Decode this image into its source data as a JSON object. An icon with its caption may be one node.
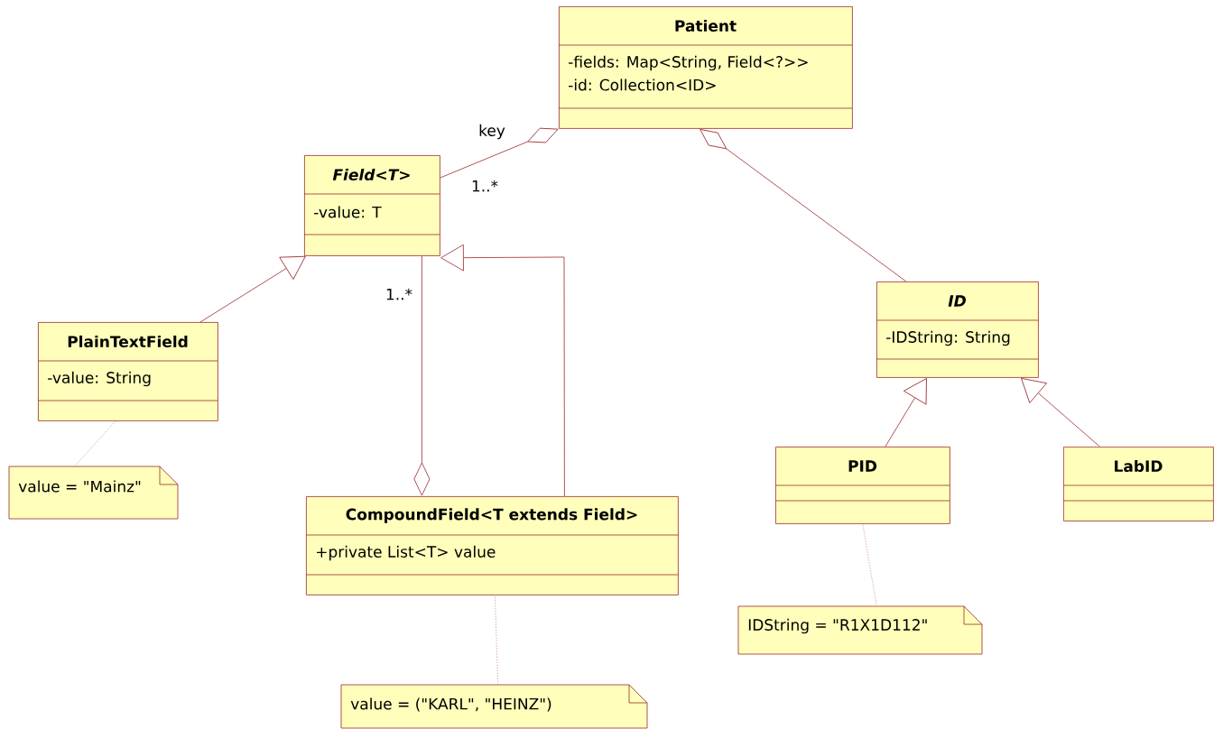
{
  "diagram": {
    "nodes": [
      {
        "text": [
          "Patient",
          "-fields: Map<String, Field<?>>",
          "-id: Collection<ID>"
        ]
      },
      {
        "text": [
          "Field<T>",
          "-value: T"
        ]
      },
      {
        "text": [
          "ID",
          "-IDString: String"
        ]
      },
      {
        "text": [
          "PlainTextField",
          "-value: String"
        ]
      },
      {
        "text": [
          "value = \"Mainz\""
        ]
      },
      {
        "text": [
          "CompoundField<T extends Field>",
          "+private List<T> value"
        ]
      },
      {
        "text": [
          "PID"
        ]
      },
      {
        "text": [
          "LabID"
        ]
      },
      {
        "text": [
          "IDString = \"R1X1D112\""
        ]
      },
      {
        "text": [
          "value = (\"KARL\", \"HEINZ\")"
        ]
      }
    ],
    "edges": [
      {
        "from": 1,
        "to": 0,
        "arrow": "other"
      },
      {
        "from": 2,
        "to": 0,
        "arrow": "other"
      },
      {
        "from": 3,
        "to": 1,
        "arrow": "to"
      },
      {
        "from": 5,
        "to": 1,
        "arrow": "to"
      },
      {
        "from": 1,
        "to": 5,
        "arrow": "other"
      },
      {
        "from": 6,
        "to": 2,
        "arrow": "to"
      },
      {
        "from": 7,
        "to": 2,
        "arrow": "to"
      },
      {
        "from": 4,
        "to": 3,
        "arrow": "none",
        "style": "dashed",
        "color": "#d09898"
      },
      {
        "from": 8,
        "to": 6,
        "arrow": "none",
        "style": "dashed",
        "color": "#d09898"
      },
      {
        "from": 9,
        "to": 5,
        "arrow": "none",
        "style": "dashed",
        "color": "#d09898"
      }
    ],
    "labels": [
      "key",
      "1..*",
      "1..*"
    ]
  }
}
